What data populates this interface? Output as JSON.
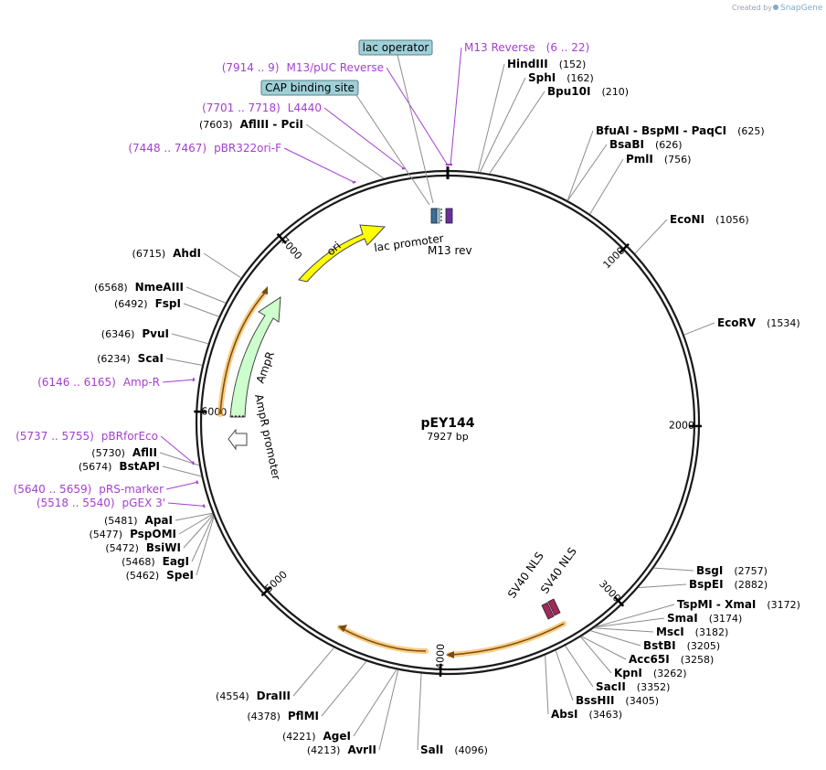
{
  "credit": {
    "prefix": "Created by",
    "brand": "SnapGene"
  },
  "plasmid": {
    "name": "pEY144",
    "length": "7927 bp",
    "total_bp": 7927
  },
  "ticks": [
    "1000",
    "2000",
    "3000",
    "4000",
    "5000",
    "6000",
    "7000"
  ],
  "enzymes": [
    {
      "name": "HindIII",
      "pos": "(152)",
      "bp": 152
    },
    {
      "name": "SphI",
      "pos": "(162)",
      "bp": 162
    },
    {
      "name": "Bpu10I",
      "pos": "(210)",
      "bp": 210
    },
    {
      "name": "BfuAI  -  BspMI  -  PaqCI",
      "pos": "(625)",
      "bp": 625
    },
    {
      "name": "BsaBI",
      "pos": "(626)",
      "bp": 626
    },
    {
      "name": "PmlI",
      "pos": "(756)",
      "bp": 756
    },
    {
      "name": "EcoNI",
      "pos": "(1056)",
      "bp": 1056
    },
    {
      "name": "EcoRV",
      "pos": "(1534)",
      "bp": 1534
    },
    {
      "name": "BsgI",
      "pos": "(2757)",
      "bp": 2757
    },
    {
      "name": "BspEI",
      "pos": "(2882)",
      "bp": 2882
    },
    {
      "name": "TspMI  -  XmaI",
      "pos": "(3172)",
      "bp": 3172
    },
    {
      "name": "SmaI",
      "pos": "(3174)",
      "bp": 3174
    },
    {
      "name": "MscI",
      "pos": "(3182)",
      "bp": 3182
    },
    {
      "name": "BstBI",
      "pos": "(3205)",
      "bp": 3205
    },
    {
      "name": "Acc65I",
      "pos": "(3258)",
      "bp": 3258
    },
    {
      "name": "KpnI",
      "pos": "(3262)",
      "bp": 3262
    },
    {
      "name": "SacII",
      "pos": "(3352)",
      "bp": 3352
    },
    {
      "name": "BssHII",
      "pos": "(3405)",
      "bp": 3405
    },
    {
      "name": "AbsI",
      "pos": "(3463)",
      "bp": 3463
    },
    {
      "name": "SalI",
      "pos": "(4096)",
      "bp": 4096
    },
    {
      "name": "AvrII",
      "pos": "(4213)",
      "bp": 4213
    },
    {
      "name": "AgeI",
      "pos": "(4221)",
      "bp": 4221
    },
    {
      "name": "PflMI",
      "pos": "(4378)",
      "bp": 4378
    },
    {
      "name": "DraIII",
      "pos": "(4554)",
      "bp": 4554
    },
    {
      "name": "SpeI",
      "pos": "(5462)",
      "bp": 5462
    },
    {
      "name": "EagI",
      "pos": "(5468)",
      "bp": 5468
    },
    {
      "name": "BsiWI",
      "pos": "(5472)",
      "bp": 5472
    },
    {
      "name": "PspOMI",
      "pos": "(5477)",
      "bp": 5477
    },
    {
      "name": "ApaI",
      "pos": "(5481)",
      "bp": 5481
    },
    {
      "name": "BstAPI",
      "pos": "(5674)",
      "bp": 5674
    },
    {
      "name": "AflII",
      "pos": "(5730)",
      "bp": 5730
    },
    {
      "name": "ScaI",
      "pos": "(6234)",
      "bp": 6234
    },
    {
      "name": "PvuI",
      "pos": "(6346)",
      "bp": 6346
    },
    {
      "name": "FspI",
      "pos": "(6492)",
      "bp": 6492
    },
    {
      "name": "NmeAIII",
      "pos": "(6568)",
      "bp": 6568
    },
    {
      "name": "AhdI",
      "pos": "(6715)",
      "bp": 6715
    },
    {
      "name": "AflIII  -  PciI",
      "pos": "(7603)",
      "bp": 7603
    }
  ],
  "primers": [
    {
      "name": "M13 Reverse",
      "range": "(6 .. 22)",
      "bp": 14
    },
    {
      "name": "M13/pUC Reverse",
      "range": "(7914 .. 9)",
      "bp": 7925
    },
    {
      "name": "L4440",
      "range": "(7701 .. 7718)",
      "bp": 7710
    },
    {
      "name": "pBR322ori-F",
      "range": "(7448 .. 7467)",
      "bp": 7458
    },
    {
      "name": "Amp-R",
      "range": "(6146 .. 6165)",
      "bp": 6156
    },
    {
      "name": "pBRforEco",
      "range": "(5737 .. 5755)",
      "bp": 5746
    },
    {
      "name": "pRS-marker",
      "range": "(5640 .. 5659)",
      "bp": 5650
    },
    {
      "name": "pGEX 3'",
      "range": "(5518 .. 5540)",
      "bp": 5529
    }
  ],
  "boxed_features": [
    {
      "name": "lac operator",
      "bp": 7900
    },
    {
      "name": "CAP binding site",
      "bp": 7845
    }
  ],
  "features": {
    "ori": "ori",
    "ampr": "AmpR",
    "ampr_promoter": "AmpR promoter",
    "lac_promoter": "lac promoter",
    "m13_rev": "M13 rev",
    "sv40_nls_1": "SV40 NLS",
    "sv40_nls_2": "SV40 NLS"
  },
  "colors": {
    "ori": "#ffff00",
    "ampr": "#ccffcc",
    "orf": "#f3a21e",
    "primer": "#a43fd0",
    "box": "#9fd0d8",
    "nls": "#a3285b",
    "lac_promoter": "#3b6f9c",
    "m13": "#6a2fa0"
  }
}
